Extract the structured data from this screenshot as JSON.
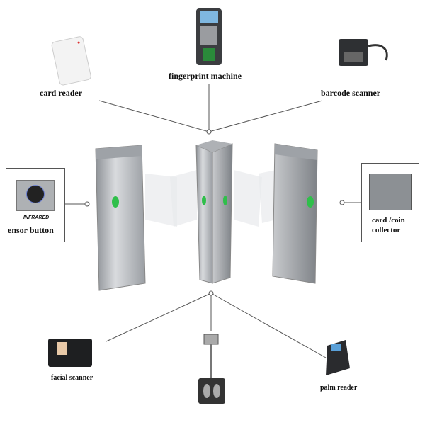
{
  "devices": {
    "card_reader": "card reader",
    "fingerprint_machine": "fingerprint machine",
    "barcode_scanner": "barcode scanner",
    "sensor_button_brand": "INFRARED",
    "sensor_button": "ensor button",
    "card_coin_collector_line1": "card /coin",
    "card_coin_collector_line2": "collector",
    "facial_scanner": "facial scanner",
    "palm_reader": "palm reader"
  },
  "colors": {
    "steel": "#b9bcc0",
    "indicator": "#2fbf4a",
    "line": "#555555"
  }
}
